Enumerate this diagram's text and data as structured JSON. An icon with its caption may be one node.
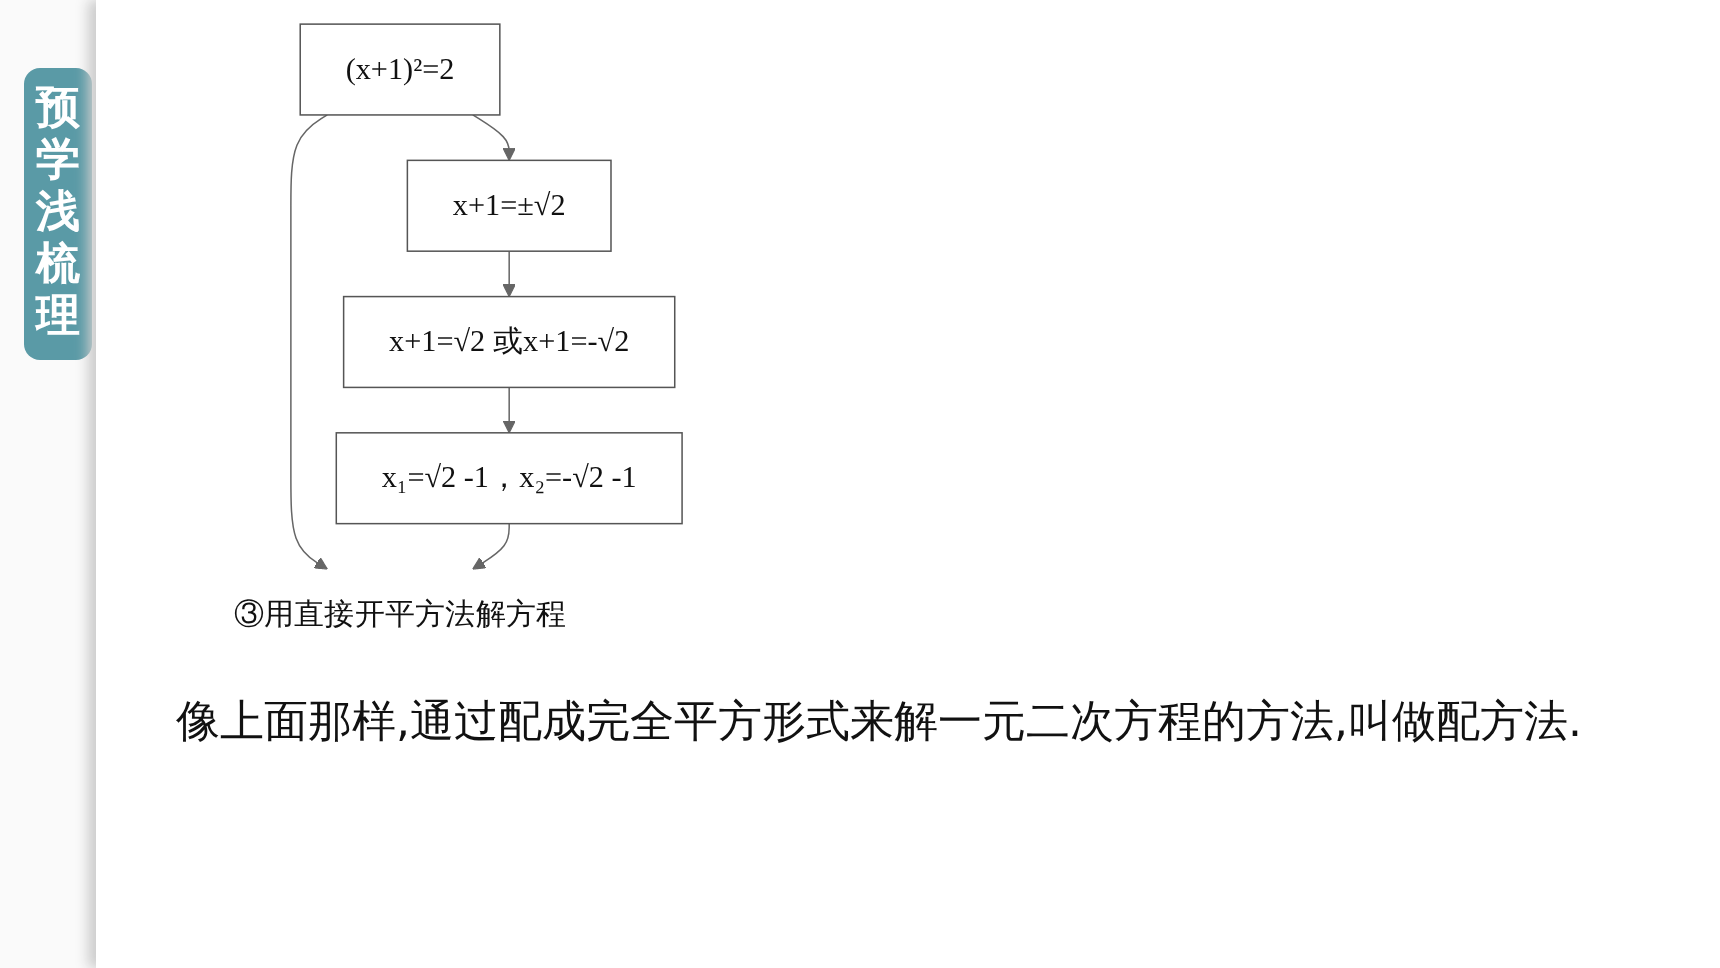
{
  "diagram": {
    "nodes": [
      {
        "text": [
          "(x+1)²=2"
        ]
      },
      {
        "text": [
          "x+1=±√2"
        ]
      },
      {
        "text": [
          "x+1=√2 或x+1=-√2"
        ]
      },
      {
        "text": [
          "x₁=√2 -1，x₂=-√2 -1"
        ]
      },
      {
        "text": [
          "③用直接开平方法解方程"
        ]
      }
    ],
    "edges": [
      {
        "from": 0,
        "to": 1,
        "arrow": "to"
      },
      {
        "from": 1,
        "to": 2,
        "arrow": "to"
      },
      {
        "from": 2,
        "to": 3,
        "arrow": "to"
      },
      {
        "from": 0,
        "to": 4,
        "arrow": "to"
      },
      {
        "from": 3,
        "to": 4,
        "arrow": "to"
      }
    ],
    "labels": [
      "预学浅梳理",
      "像上面那样,通过配成完全平方形式来解一元二次方程的方法,叫做配方法."
    ]
  }
}
